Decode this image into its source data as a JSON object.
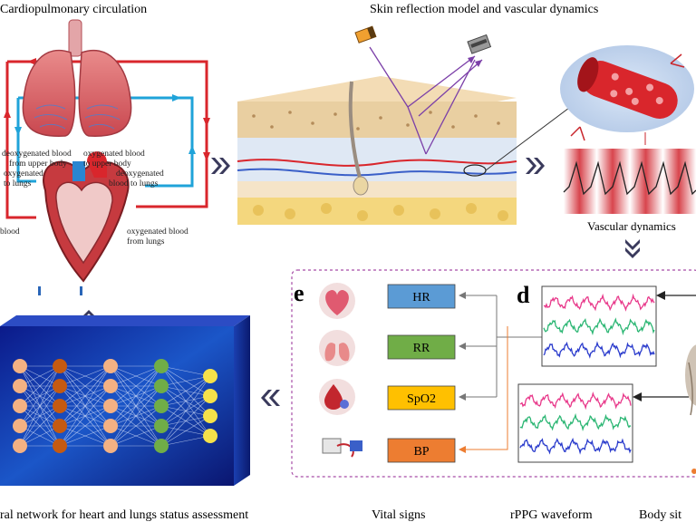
{
  "titles": {
    "cardiopulmonary": "Cardiopulmonary circulation",
    "skin": "Skin reflection model and vascular dynamics",
    "vascular": "Vascular dynamics",
    "network": "ral network for heart and lungs status assessment",
    "vital": "Vital signs",
    "rppg": "rPPG waveform",
    "body": "Body sit"
  },
  "heart_labels": {
    "deoxy_upper": [
      "deoxygenated blood",
      "from upper body"
    ],
    "oxy_upper": [
      "oxygenated blood",
      "to upper body"
    ],
    "oxy_to_lungs": [
      "oxygenated",
      "to lungs"
    ],
    "deoxy_to_lungs": [
      "deoxygenated",
      "blood to lungs"
    ],
    "blood": "blood",
    "oxy_from_lungs": [
      "oxygenated blood",
      "from lungs"
    ]
  },
  "panels": {
    "d": "d",
    "e": "e"
  },
  "vitals": [
    {
      "label": "HR",
      "color": "#5b9bd5"
    },
    {
      "label": "RR",
      "color": "#70ad47"
    },
    {
      "label": "SpO2",
      "color": "#ffc000"
    },
    {
      "label": "BP",
      "color": "#ed7d31"
    }
  ],
  "colors": {
    "artery": "#d9262c",
    "vein": "#1fa3d9",
    "chevron": "#3a3a5c",
    "dashed_border": "#a64ca6",
    "waveform_pink": "#e8388a",
    "waveform_green": "#2bb673",
    "waveform_blue": "#2a3bcc"
  },
  "icons": [
    "heart-icon",
    "lungs-icon",
    "blood-drop-icon",
    "bp-monitor-icon"
  ]
}
